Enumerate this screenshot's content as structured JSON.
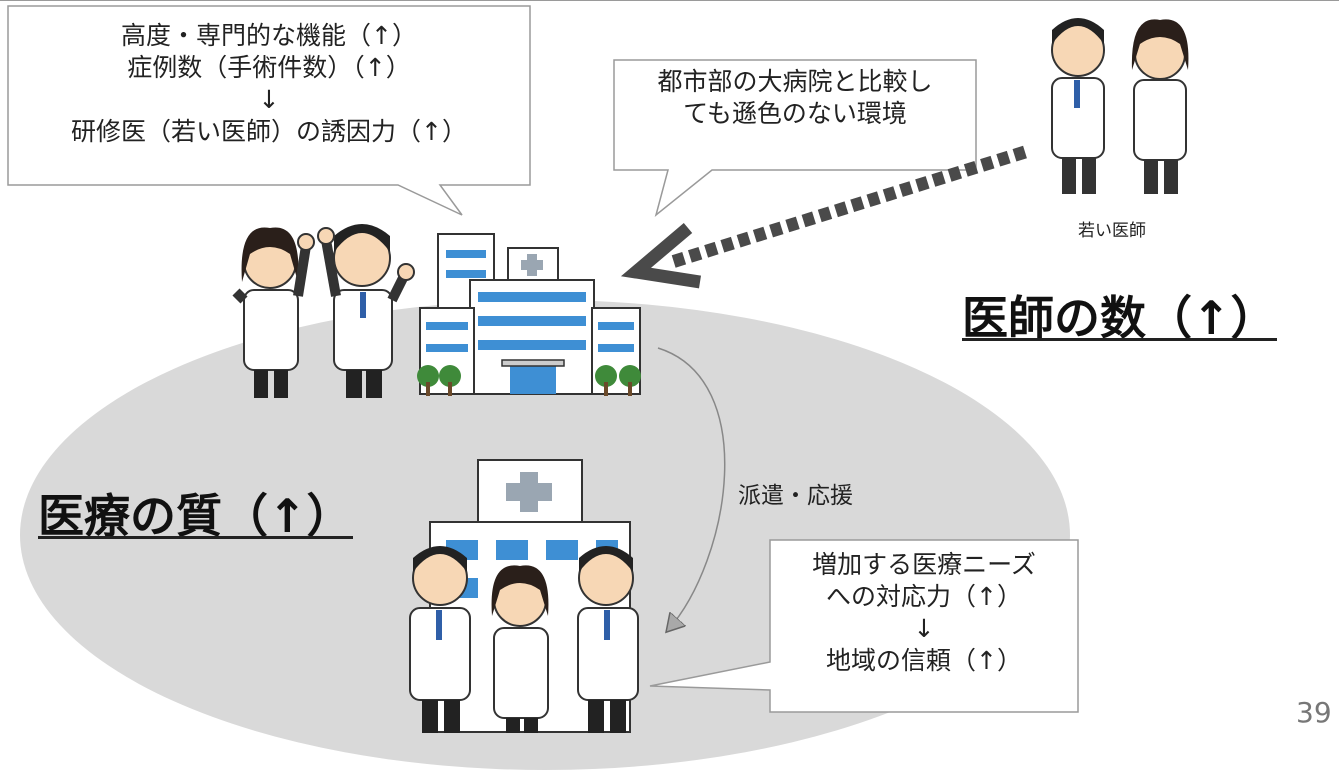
{
  "callouts": {
    "training": {
      "lines": [
        "高度・専門的な機能（↑）",
        "症例数（手術件数）（↑）",
        "↓",
        "研修医（若い医師）の誘因力（↑）"
      ]
    },
    "urban": {
      "lines": [
        "都市部の大病院と比較し",
        "ても遜色のない環境"
      ]
    },
    "needs": {
      "lines": [
        "増加する医療ニーズ",
        "への対応力（↑）",
        "↓",
        "地域の信頼（↑）"
      ]
    }
  },
  "labels": {
    "young_doctors": "若い医師",
    "dispatch": "派遣・応援",
    "doctor_count": "医師の数（↑）",
    "quality": "医療の質（↑）",
    "page_number": "39"
  },
  "icons": [
    "doctor-icon",
    "hospital-icon",
    "cheering-doctor-icon",
    "tree-icon"
  ]
}
